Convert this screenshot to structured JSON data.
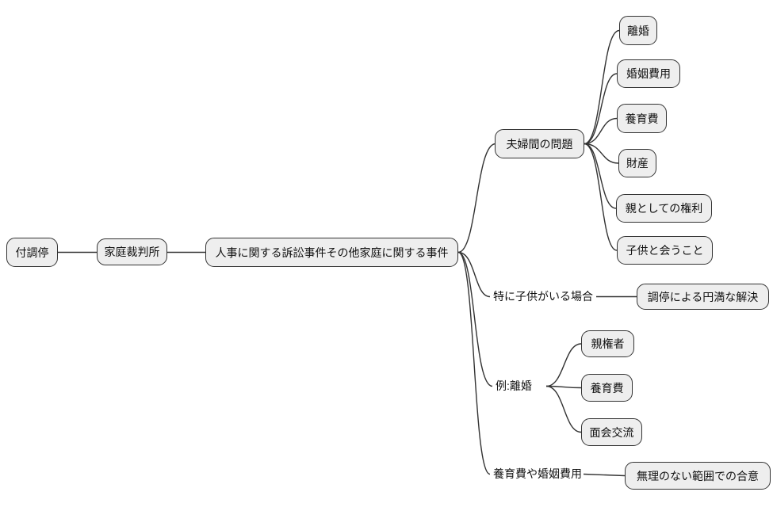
{
  "diagram": {
    "type": "mindmap",
    "background_color": "#ffffff",
    "node_fill_color": "#eeeeee",
    "node_border_color": "#333333",
    "line_color": "#333333",
    "text_color": "#111111"
  },
  "nodes": {
    "fuchotei": {
      "label": "付調停"
    },
    "katei_saibansho": {
      "label": "家庭裁判所"
    },
    "jinji_jiken": {
      "label": "人事に関する訴訟事件その他家庭に関する事件"
    },
    "fufukan_mondai": {
      "label": "夫婦間の問題"
    },
    "rikon": {
      "label": "離婚"
    },
    "konin_hiyo": {
      "label": "婚姻費用"
    },
    "yoikuhi": {
      "label": "養育費"
    },
    "zaisan": {
      "label": "財産"
    },
    "oya_kenri": {
      "label": "親としての権利"
    },
    "kodomo_au": {
      "label": "子供と会うこと"
    },
    "tokuni_kodomo": {
      "label": "特に子供がいる場合"
    },
    "chotei_kaiketsu": {
      "label": "調停による円満な解決"
    },
    "rei_rikon": {
      "label": "例:離婚"
    },
    "shinkensha": {
      "label": "親権者"
    },
    "yoikuhi_rei": {
      "label": "養育費"
    },
    "menkai_koryu": {
      "label": "面会交流"
    },
    "yoikuhi_konin": {
      "label": "養育費や婚姻費用"
    },
    "muri_goi": {
      "label": "無理のない範囲での合意"
    }
  }
}
